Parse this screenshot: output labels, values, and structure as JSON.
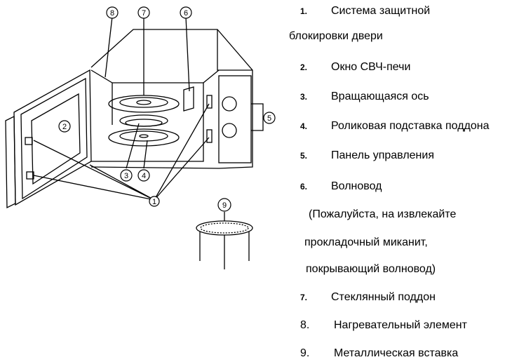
{
  "callouts": [
    "1",
    "2",
    "3",
    "4",
    "5",
    "6",
    "7",
    "8",
    "9"
  ],
  "legend": [
    {
      "num": "1.",
      "lines": [
        "Система защитной",
        "блокировки двери"
      ]
    },
    {
      "num": "2.",
      "lines": [
        "Окно СВЧ-печи"
      ]
    },
    {
      "num": "3.",
      "lines": [
        "Вращающаяся ось"
      ]
    },
    {
      "num": "4.",
      "lines": [
        "Роликовая подставка поддона"
      ]
    },
    {
      "num": "5.",
      "lines": [
        "Панель управления"
      ]
    },
    {
      "num": "6.",
      "lines": [
        "Волновод",
        "(Пожалуйста, на извлекайте",
        "прокладочный миканит,",
        "покрывающий волновод)"
      ]
    },
    {
      "num": "7.",
      "lines": [
        "Стеклянный поддон"
      ]
    },
    {
      "num": "8.",
      "lines": [
        "Нагревательный элемент"
      ]
    },
    {
      "num": "9.",
      "lines": [
        "Металлическая вставка"
      ]
    }
  ]
}
